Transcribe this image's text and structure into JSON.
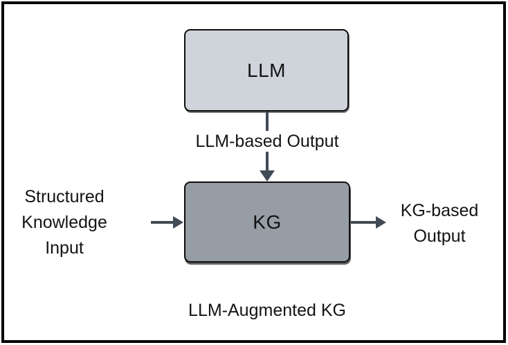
{
  "diagram": {
    "title": "LLM-Augmented KG",
    "nodes": {
      "llm": {
        "label": "LLM",
        "fill": "#cfd4da"
      },
      "kg": {
        "label": "KG",
        "fill": "#979da5"
      }
    },
    "edges": {
      "llm_to_kg_label": "LLM-based Output",
      "input_label": "Structured Knowledge Input",
      "output_label": "KG-based Output"
    },
    "colors": {
      "arrow": "#414b56",
      "box_border": "#0d0d0d",
      "frame_border": "#000000",
      "background": "#ffffff",
      "text": "#131313"
    }
  }
}
